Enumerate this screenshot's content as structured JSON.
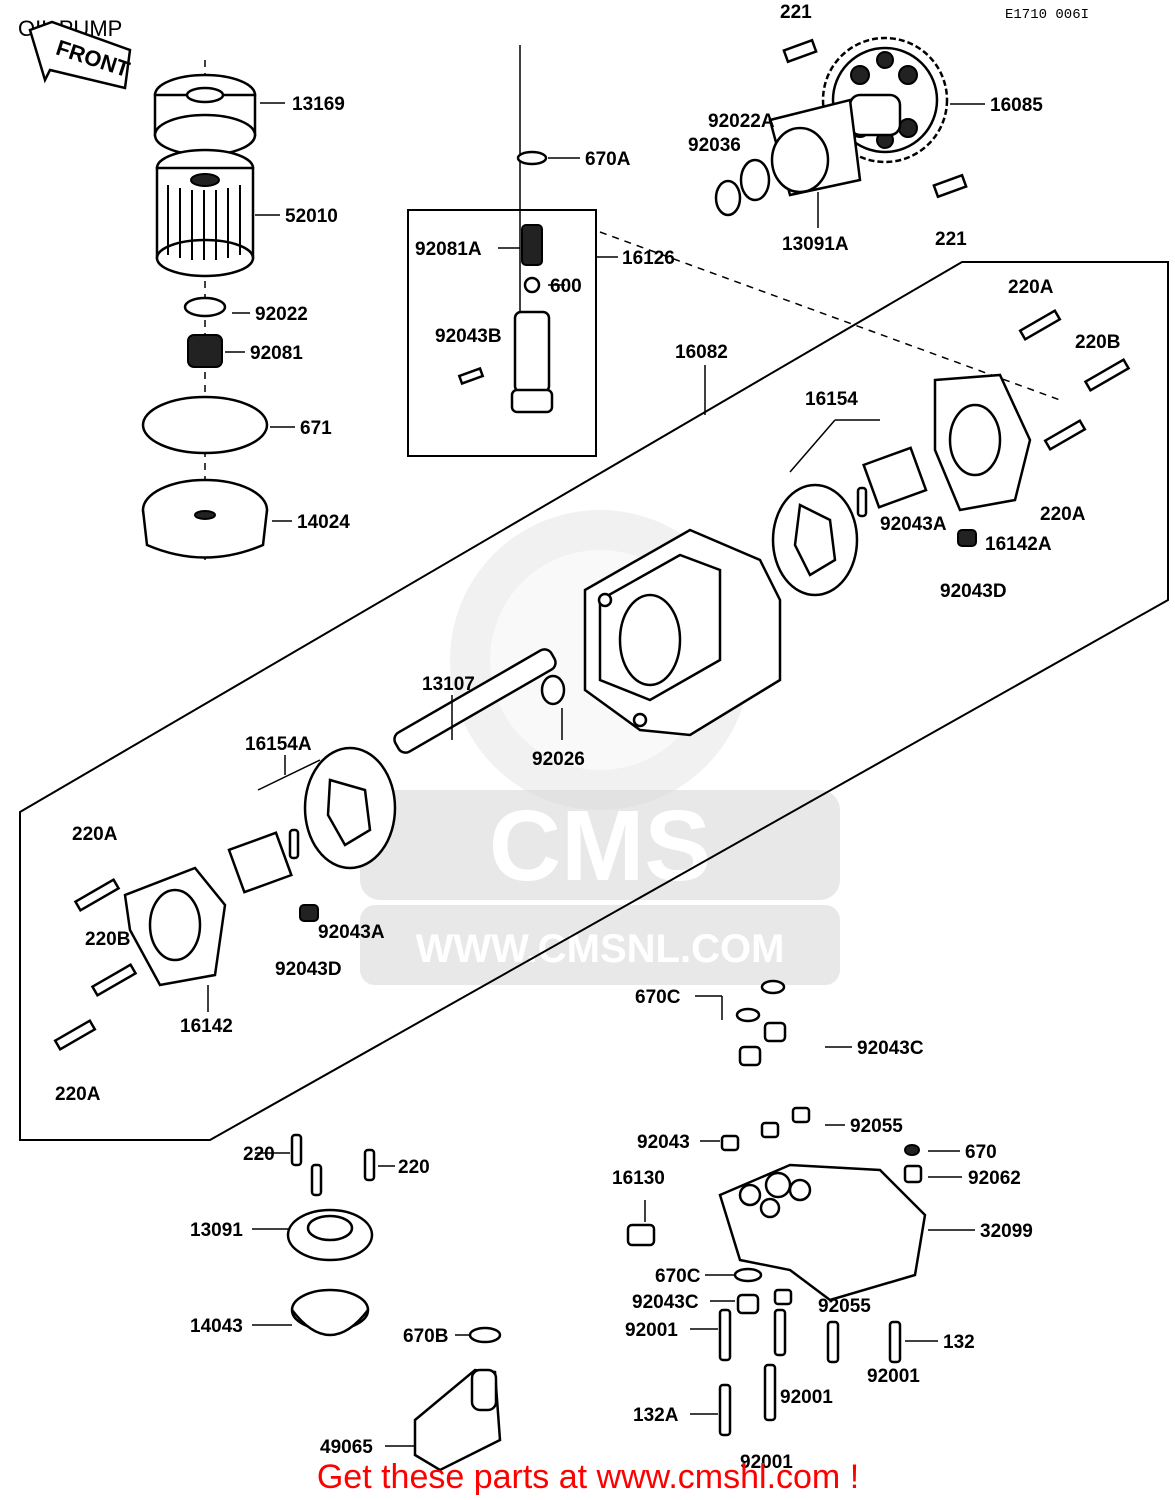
{
  "title": "OIL PUMP",
  "drawing_code": "E1710 006I",
  "front_label": "FRONT",
  "watermark": {
    "brand": "CMS",
    "url": "WWW.CMSNL.COM"
  },
  "footer": {
    "text": "Get these parts at www.cmshl.com !",
    "color": "#ff0000"
  },
  "callouts": [
    {
      "id": "13169"
    },
    {
      "id": "52010"
    },
    {
      "id": "92022"
    },
    {
      "id": "92081"
    },
    {
      "id": "671"
    },
    {
      "id": "14024"
    },
    {
      "id": "670A"
    },
    {
      "id": "92081A"
    },
    {
      "id": "16126"
    },
    {
      "id": "600"
    },
    {
      "id": "92043B"
    },
    {
      "id": "221"
    },
    {
      "id": "221"
    },
    {
      "id": "92022A"
    },
    {
      "id": "92036"
    },
    {
      "id": "16085"
    },
    {
      "id": "13091A"
    },
    {
      "id": "16082"
    },
    {
      "id": "220A"
    },
    {
      "id": "220B"
    },
    {
      "id": "16154"
    },
    {
      "id": "220A"
    },
    {
      "id": "92043A"
    },
    {
      "id": "16142A"
    },
    {
      "id": "92043D"
    },
    {
      "id": "13107"
    },
    {
      "id": "92026"
    },
    {
      "id": "16154A"
    },
    {
      "id": "220A"
    },
    {
      "id": "220B"
    },
    {
      "id": "92043A"
    },
    {
      "id": "92043D"
    },
    {
      "id": "16142"
    },
    {
      "id": "220A"
    },
    {
      "id": "670C"
    },
    {
      "id": "92043C"
    },
    {
      "id": "92055"
    },
    {
      "id": "92043"
    },
    {
      "id": "670"
    },
    {
      "id": "92062"
    },
    {
      "id": "16130"
    },
    {
      "id": "32099"
    },
    {
      "id": "670C"
    },
    {
      "id": "92043C"
    },
    {
      "id": "92055"
    },
    {
      "id": "92001"
    },
    {
      "id": "132"
    },
    {
      "id": "92001"
    },
    {
      "id": "92001"
    },
    {
      "id": "132A"
    },
    {
      "id": "92001"
    },
    {
      "id": "220"
    },
    {
      "id": "220"
    },
    {
      "id": "13091"
    },
    {
      "id": "14043"
    },
    {
      "id": "670B"
    },
    {
      "id": "49065"
    }
  ]
}
